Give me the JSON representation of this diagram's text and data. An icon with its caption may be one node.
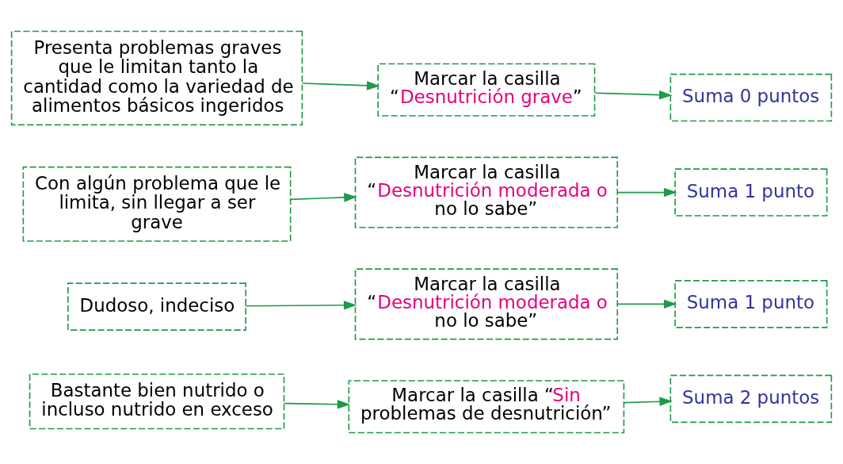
{
  "diagram": {
    "nodes": [
      {
        "text": [
          "Presenta problemas graves que le limitan tanto la cantidad como la variedad de alimentos básicos ingeridos"
        ]
      },
      {
        "text": [
          "Marcar la casilla “Desnutrición grave”"
        ]
      },
      {
        "text": [
          "Suma 0 puntos"
        ]
      },
      {
        "text": [
          "Con algún problema que le limita, sin llegar a ser grave"
        ]
      },
      {
        "text": [
          "Marcar la casilla “Desnutrición moderada o no lo sabe”"
        ]
      },
      {
        "text": [
          "Suma 1 punto"
        ]
      },
      {
        "text": [
          "Dudoso, indeciso"
        ]
      },
      {
        "text": [
          "Marcar la casilla “Desnutrición moderada o no lo sabe”"
        ]
      },
      {
        "text": [
          "Suma 1 punto"
        ]
      },
      {
        "text": [
          "Bastante bien nutrido o incluso nutrido en exceso"
        ]
      },
      {
        "text": [
          "Marcar la casilla “Sin problemas de desnutrición”"
        ]
      },
      {
        "text": [
          "Suma 2 puntos"
        ]
      }
    ],
    "edges": [
      {
        "from": 0,
        "to": 1,
        "arrow": "to"
      },
      {
        "from": 1,
        "to": 2,
        "arrow": "to"
      },
      {
        "from": 3,
        "to": 4,
        "arrow": "to"
      },
      {
        "from": 4,
        "to": 5,
        "arrow": "to"
      },
      {
        "from": 6,
        "to": 7,
        "arrow": "to"
      },
      {
        "from": 7,
        "to": 8,
        "arrow": "to"
      },
      {
        "from": 9,
        "to": 10,
        "arrow": "to"
      },
      {
        "from": 10,
        "to": 11,
        "arrow": "to"
      }
    ]
  }
}
